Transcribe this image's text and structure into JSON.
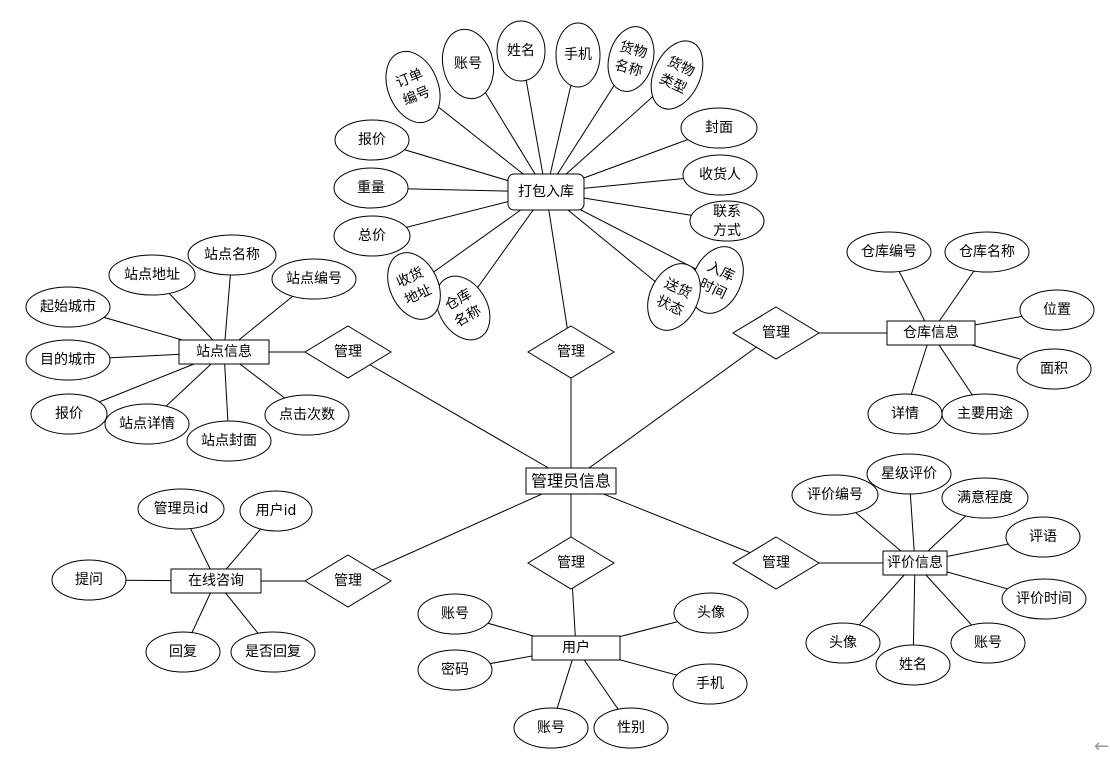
{
  "center": {
    "label": "管理员信息"
  },
  "entities": {
    "pack": {
      "label": "打包入库"
    },
    "site": {
      "label": "站点信息"
    },
    "warehouse": {
      "label": "仓库信息"
    },
    "consult": {
      "label": "在线咨询"
    },
    "review": {
      "label": "评价信息"
    },
    "user": {
      "label": "用户"
    }
  },
  "relationships": {
    "pack": {
      "label": "管理"
    },
    "site": {
      "label": "管理"
    },
    "warehouse": {
      "label": "管理"
    },
    "consult": {
      "label": "管理"
    },
    "review": {
      "label": "管理"
    },
    "user": {
      "label": "管理"
    }
  },
  "attributes": {
    "pack": [
      {
        "label": "订单编号"
      },
      {
        "label": "账号"
      },
      {
        "label": "姓名"
      },
      {
        "label": "手机"
      },
      {
        "label": "货物名称"
      },
      {
        "label": "货物类型"
      },
      {
        "label": "封面"
      },
      {
        "label": "收货人"
      },
      {
        "label": "联系方式"
      },
      {
        "label": "入库时间"
      },
      {
        "label": "送货状态"
      },
      {
        "label": "仓库名称"
      },
      {
        "label": "收货地址"
      },
      {
        "label": "总价"
      },
      {
        "label": "重量"
      },
      {
        "label": "报价"
      }
    ],
    "site": [
      {
        "label": "站点名称"
      },
      {
        "label": "站点地址"
      },
      {
        "label": "站点编号"
      },
      {
        "label": "起始城市"
      },
      {
        "label": "目的城市"
      },
      {
        "label": "报价"
      },
      {
        "label": "站点详情"
      },
      {
        "label": "站点封面"
      },
      {
        "label": "点击次数"
      }
    ],
    "warehouse": [
      {
        "label": "仓库编号"
      },
      {
        "label": "仓库名称"
      },
      {
        "label": "位置"
      },
      {
        "label": "面积"
      },
      {
        "label": "详情"
      },
      {
        "label": "主要用途"
      }
    ],
    "consult": [
      {
        "label": "管理员id"
      },
      {
        "label": "用户id"
      },
      {
        "label": "提问"
      },
      {
        "label": "回复"
      },
      {
        "label": "是否回复"
      }
    ],
    "review": [
      {
        "label": "星级评价"
      },
      {
        "label": "评价编号"
      },
      {
        "label": "满意程度"
      },
      {
        "label": "评语"
      },
      {
        "label": "评价时间"
      },
      {
        "label": "账号"
      },
      {
        "label": "姓名"
      },
      {
        "label": "头像"
      }
    ],
    "user": [
      {
        "label": "账号"
      },
      {
        "label": "密码"
      },
      {
        "label": "账号"
      },
      {
        "label": "性别"
      },
      {
        "label": "手机"
      },
      {
        "label": "头像"
      }
    ]
  },
  "corner_icon": "back-arrow-icon"
}
